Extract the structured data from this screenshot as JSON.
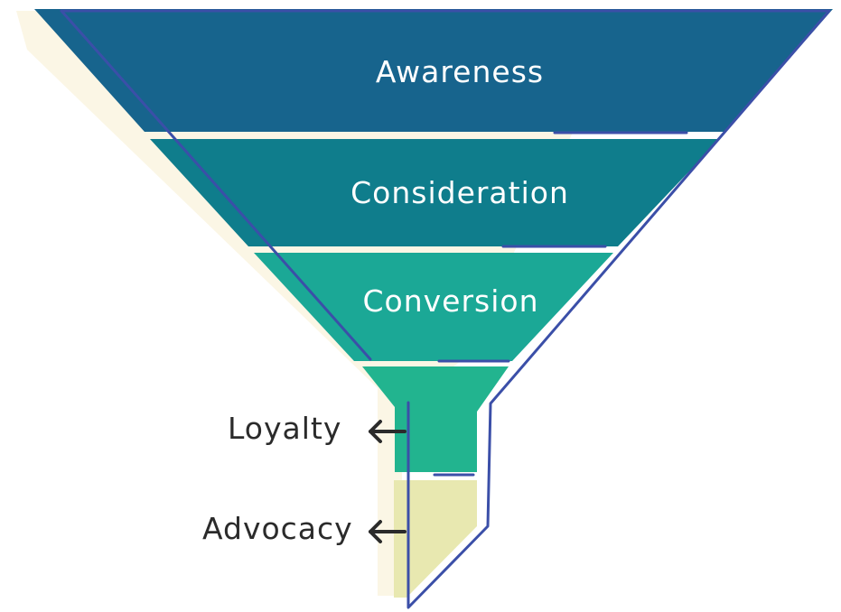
{
  "funnel": {
    "stages": [
      {
        "label": "Awareness",
        "color": "#17648d"
      },
      {
        "label": "Consideration",
        "color": "#0f7d8c"
      },
      {
        "label": "Conversion",
        "color": "#1ba896"
      }
    ],
    "loyalty": {
      "label": "Loyalty",
      "color": "#22b48f",
      "icon": "arrow-left-icon"
    },
    "advocacy": {
      "label": "Advocacy",
      "color": "#e8e8b0",
      "icon": "arrow-left-icon"
    },
    "shadow_color": "#fbf6e5",
    "outline_color": "#3b4fa8"
  }
}
